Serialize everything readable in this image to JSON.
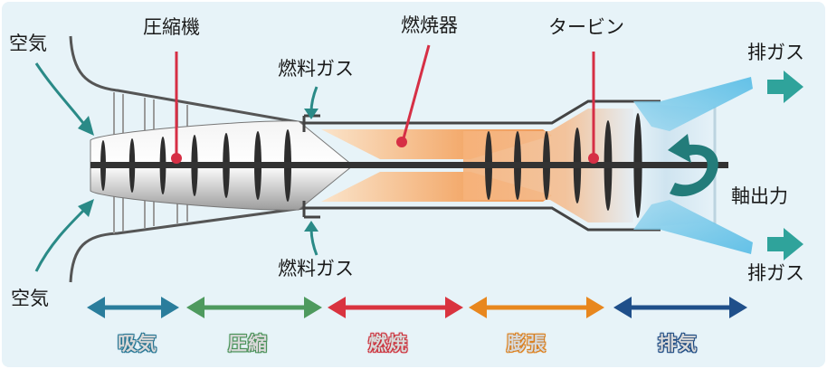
{
  "labels": {
    "air_top": "空気",
    "air_bottom": "空気",
    "compressor": "圧縮機",
    "fuel_gas_top": "燃料ガス",
    "fuel_gas_bottom": "燃料ガス",
    "combustor": "燃焼器",
    "turbine": "タービン",
    "exhaust_top": "排ガス",
    "exhaust_bottom": "排ガス",
    "shaft_output": "軸出力"
  },
  "stages": [
    {
      "key": "intake",
      "label": "吸気",
      "color": "#2a7d9c"
    },
    {
      "key": "compression",
      "label": "圧縮",
      "color": "#4e9a5e"
    },
    {
      "key": "combustion",
      "label": "燃焼",
      "color": "#d9333f"
    },
    {
      "key": "expansion",
      "label": "膨張",
      "color": "#e8871e"
    },
    {
      "key": "exhaust",
      "label": "排気",
      "color": "#1f4f8a"
    }
  ],
  "colors": {
    "background": "#e7f3f8",
    "pointer": "#d62f45",
    "flow_arrow": "#2a8a87",
    "exhaust_arrow": "#2fa39b",
    "flame": "#f2a060",
    "shaft": "#333333",
    "casing": "#444444"
  }
}
